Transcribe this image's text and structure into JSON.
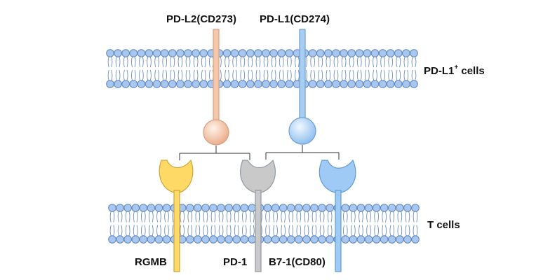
{
  "ligands": {
    "pd_l2": {
      "label": "PD-L2(CD273)",
      "color": "#f5c8ad",
      "stroke": "#d7a080"
    },
    "pd_l1": {
      "label": "PD-L1(CD274)",
      "color": "#a9cdf0",
      "stroke": "#6b9fd2"
    }
  },
  "receptors": {
    "rgmb": {
      "label": "RGMB",
      "color": "#ffd966",
      "stroke": "#c9a73b"
    },
    "pd_1": {
      "label": "PD-1",
      "color": "#c9c9c9",
      "stroke": "#8f9aa3"
    },
    "b7_1": {
      "label": "B7-1(CD80)",
      "color": "#9fcaf6",
      "stroke": "#5f9bd6"
    }
  },
  "membranes": {
    "top": {
      "label_main": "PD-L1",
      "label_sup": "+",
      "label_rest": " cells"
    },
    "bottom": {
      "label": "T cells"
    }
  },
  "colors": {
    "lipid_head_fill": "#a9c7ee",
    "lipid_head_stroke": "#5b86bf",
    "lipid_tail": "#6f8fb8",
    "connector": "#333333"
  }
}
